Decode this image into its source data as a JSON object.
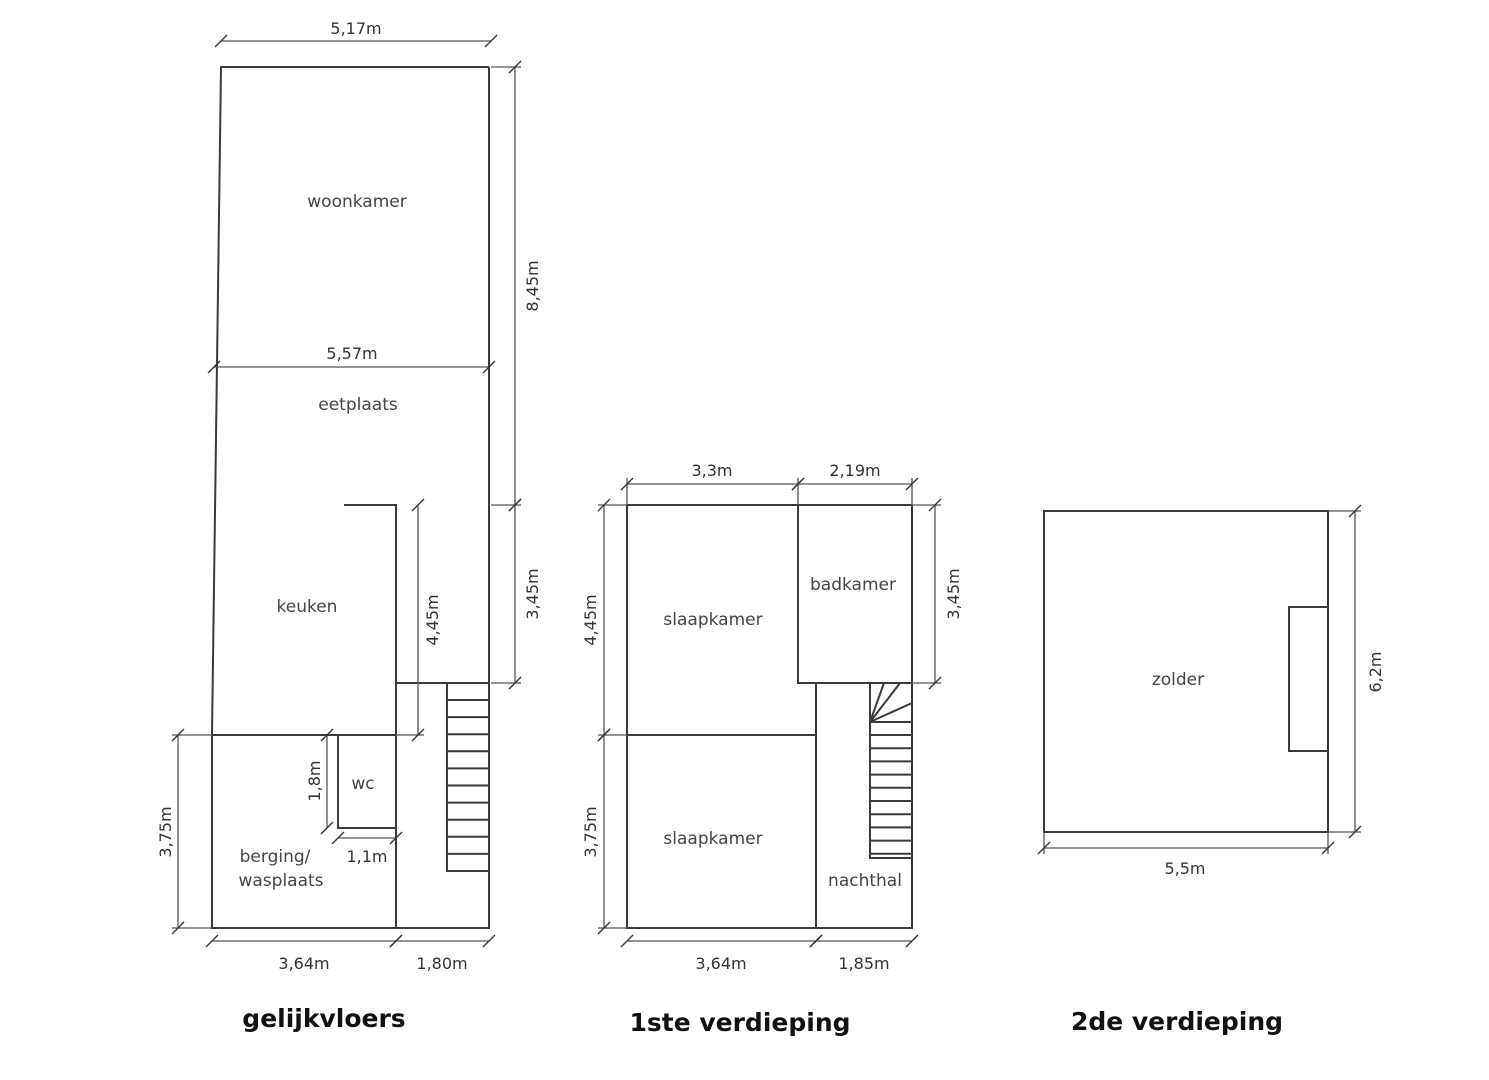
{
  "floors": [
    {
      "title": "gelijkvloers",
      "rooms": [
        "woonkamer",
        "eetplaats",
        "keuken",
        "wc",
        "berging/",
        "wasplaats"
      ],
      "dimensions": [
        "5,17m",
        "5,57m",
        "8,45m",
        "3,45m",
        "4,45m",
        "3,75m",
        "1,8m",
        "1,1m",
        "3,64m",
        "1,80m"
      ]
    },
    {
      "title": "1ste verdieping",
      "rooms": [
        "slaapkamer",
        "badkamer",
        "slaapkamer",
        "nachthal"
      ],
      "dimensions": [
        "3,3m",
        "2,19m",
        "3,45m",
        "4,45m",
        "3,75m",
        "3,64m",
        "1,85m"
      ]
    },
    {
      "title": "2de verdieping",
      "rooms": [
        "zolder"
      ],
      "dimensions": [
        "6,2m",
        "5,5m"
      ]
    }
  ]
}
